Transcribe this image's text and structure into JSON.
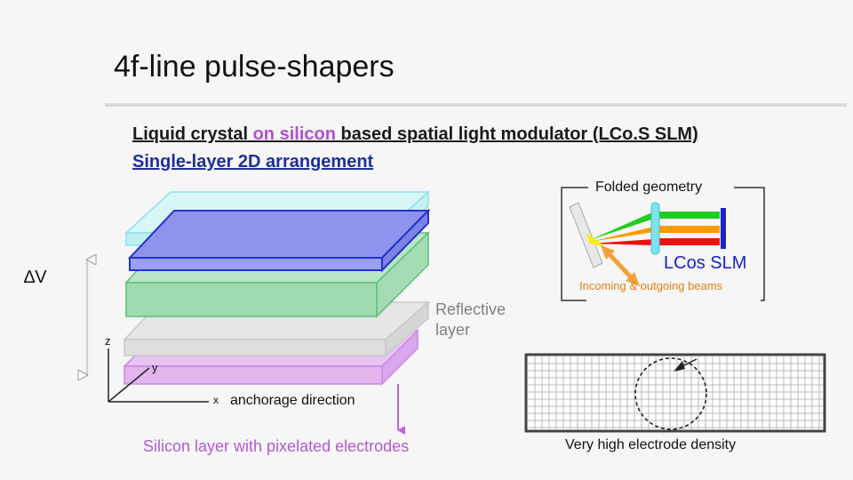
{
  "slide": {
    "title_part1": "4f-line",
    "title_part2": " pulse-shapers",
    "subtitle_line1_a": "Liquid crystal ",
    "subtitle_line1_highlight": "on silicon",
    "subtitle_line1_b": " based spatial light modulator (LCo.S SLM)",
    "subtitle_line2": "Single-layer 2D arrangement"
  },
  "diagram": {
    "delta_v_label": "∆V",
    "reflective_label_line1": "Reflective",
    "reflective_label_line2": "layer",
    "axis_z": "z",
    "axis_y": "y",
    "axis_x": "x",
    "anchorage_label": "anchorage direction",
    "silicon_label": "Silicon layer with pixelated electrodes"
  },
  "folded": {
    "box_title": "Folded geometry",
    "slm_label": "LCos SLM",
    "beams_label": "Incoming & outgoing beams"
  },
  "density": {
    "caption": "Very high electrode density"
  },
  "colors": {
    "cyan_layer": "#bff0f4",
    "blue_layer": "#8f93ee",
    "green_layer": "#9fdcb1",
    "gray_layer": "#dedede",
    "purple_layer": "#e3b6f0",
    "beam_green": "#22cc22",
    "beam_orange": "#ff9900",
    "beam_red": "#ee1111"
  }
}
